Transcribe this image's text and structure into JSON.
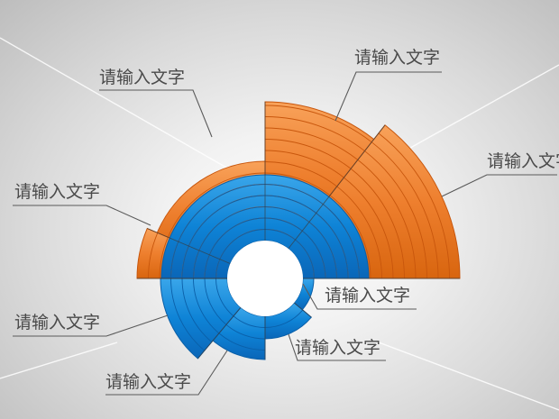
{
  "colors": {
    "orange_light": "#F8A25A",
    "orange": "#EE7F2E",
    "orange_dark": "#C8560C",
    "blue_light": "#4DB0EC",
    "blue": "#0E83D6",
    "blue_dark": "#0A5FA8",
    "leader_line": "#5a5a5a",
    "hole": "#ffffff"
  },
  "labels": [
    {
      "text": "请输入文字"
    },
    {
      "text": "请输入文字"
    },
    {
      "text": "请输入文字"
    },
    {
      "text": "请输入文字"
    },
    {
      "text": "请输入文字"
    },
    {
      "text": "请输入文字"
    },
    {
      "text": "请输入文字"
    },
    {
      "text": "请输入文字"
    }
  ]
}
